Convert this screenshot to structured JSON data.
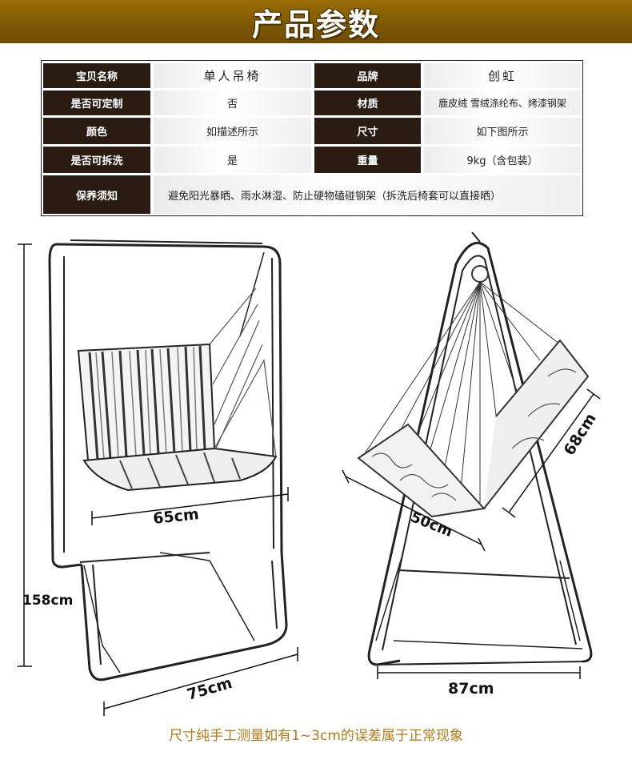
{
  "banner": {
    "title": "产品参数"
  },
  "specs": {
    "rows": [
      {
        "label1": "宝贝名称",
        "value1": "单人吊椅",
        "label2": "品牌",
        "value2": "创虹"
      },
      {
        "label1": "是否可定制",
        "value1": "否",
        "label2": "材质",
        "value2": "鹿皮绒 雪绒涤纶布、烤漆钢架"
      },
      {
        "label1": "颜色",
        "value1": "如描述所示",
        "label2": "尺寸",
        "value2": "如下图所示"
      },
      {
        "label1": "是否可拆洗",
        "value1": "是",
        "label2": "重量",
        "value2": "9kg（含包装）"
      }
    ],
    "care": {
      "label": "保养须知",
      "value": "避免阳光暴晒、雨水淋湿、防止硬物磕碰钢架（拆洗后椅套可以直接晒）"
    }
  },
  "dimensions": {
    "height": "158cm",
    "seat_width": "65cm",
    "base_width": "75cm",
    "seat_depth": "50cm",
    "seat_height": "68cm",
    "side_base": "87cm"
  },
  "footer": {
    "note": "尺寸纯手工测量如有1~3cm的误差属于正常现象"
  }
}
